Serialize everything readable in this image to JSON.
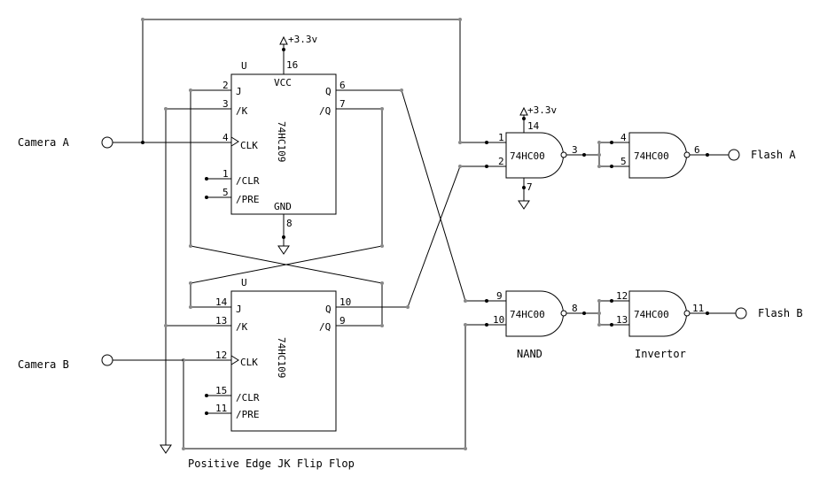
{
  "ports": {
    "camera_a": "Camera A",
    "camera_b": "Camera B",
    "flash_a": "Flash A",
    "flash_b": "Flash B"
  },
  "ff1": {
    "ref": "U",
    "part": "74HC109",
    "vcc": "VCC",
    "gnd": "GND",
    "pins": {
      "j": "J",
      "k": "/K",
      "clk": "CLK",
      "clr": "/CLR",
      "pre": "/PRE",
      "q": "Q",
      "qn": "/Q"
    },
    "pin_numbers": {
      "j": "2",
      "k": "3",
      "clk": "4",
      "clr": "1",
      "pre": "5",
      "q": "6",
      "qn": "7",
      "vcc": "16",
      "gnd": "8"
    }
  },
  "ff2": {
    "ref": "U",
    "part": "74HC109",
    "pins": {
      "j": "J",
      "k": "/K",
      "clk": "CLK",
      "clr": "/CLR",
      "pre": "/PRE",
      "q": "Q",
      "qn": "/Q"
    },
    "pin_numbers": {
      "j": "14",
      "k": "13",
      "clk": "12",
      "clr": "15",
      "pre": "11",
      "q": "10",
      "qn": "9"
    }
  },
  "nand_a": {
    "part": "74HC00",
    "in1": "1",
    "in2": "2",
    "out": "3",
    "vcc": "14",
    "gnd": "7"
  },
  "inv_a": {
    "part": "74HC00",
    "in1": "4",
    "in2": "5",
    "out": "6"
  },
  "nand_b": {
    "part": "74HC00",
    "in1": "9",
    "in2": "10",
    "out": "8"
  },
  "inv_b": {
    "part": "74HC00",
    "in1": "12",
    "in2": "13",
    "out": "11"
  },
  "power": {
    "ff_vcc": "+3.3v",
    "nand_vcc": "+3.3v"
  },
  "captions": {
    "nand": "NAND",
    "invertor": "Invertor",
    "flipflop": "Positive Edge JK Flip Flop"
  }
}
